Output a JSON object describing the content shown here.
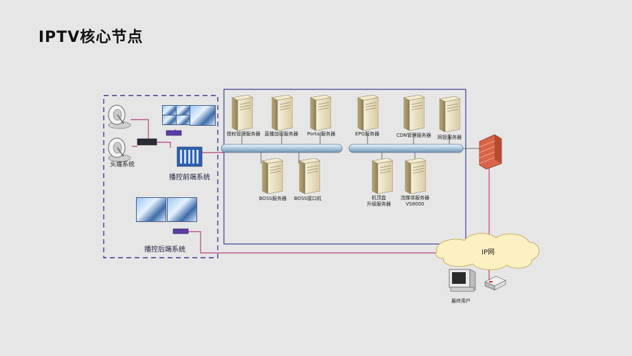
{
  "title": "IPTV核心节点",
  "servers_top": [
    {
      "label": "授权管理服务器"
    },
    {
      "label": "直播加密服务器"
    },
    {
      "label": "Portal服务器"
    },
    {
      "label": "EPG服务器"
    },
    {
      "label": "CDN管理服务器"
    },
    {
      "label": "网管服务器"
    }
  ],
  "servers_bottom": [
    {
      "label": "BOSS服务器"
    },
    {
      "label": "BOSS接口机"
    },
    {
      "label": "机顶盒\n升级服务器"
    },
    {
      "label": "流媒体服务器\nVS8000"
    }
  ],
  "headend_label": "头端系统",
  "frontend_label": "播控前端系统",
  "backend_label": "播控后端系统",
  "ip_network_label": "IP网",
  "end_user_label": "最终用户",
  "colors": {
    "frame": "#3a3a8c",
    "bus": "#a9c6de",
    "link": "#b4427a",
    "firewall": "#d8654a",
    "cloud": "#fdf0c3"
  }
}
